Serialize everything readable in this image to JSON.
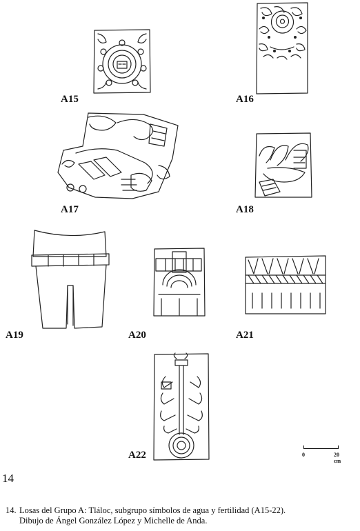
{
  "figures": [
    {
      "id": "A15",
      "label": "A15"
    },
    {
      "id": "A16",
      "label": "A16"
    },
    {
      "id": "A17",
      "label": "A17"
    },
    {
      "id": "A18",
      "label": "A18"
    },
    {
      "id": "A19",
      "label": "A19"
    },
    {
      "id": "A20",
      "label": "A20"
    },
    {
      "id": "A21",
      "label": "A21"
    },
    {
      "id": "A22",
      "label": "A22"
    }
  ],
  "scale_bar": {
    "start": "0",
    "end": "20 cm"
  },
  "page_number": "14",
  "caption": {
    "number": "14.",
    "line1": "Losas del Grupo A: Tláloc, subgrupo símbolos de agua y fertilidad (A15-22).",
    "line2": "Dibujo de Ángel González López y Michelle de Anda."
  }
}
